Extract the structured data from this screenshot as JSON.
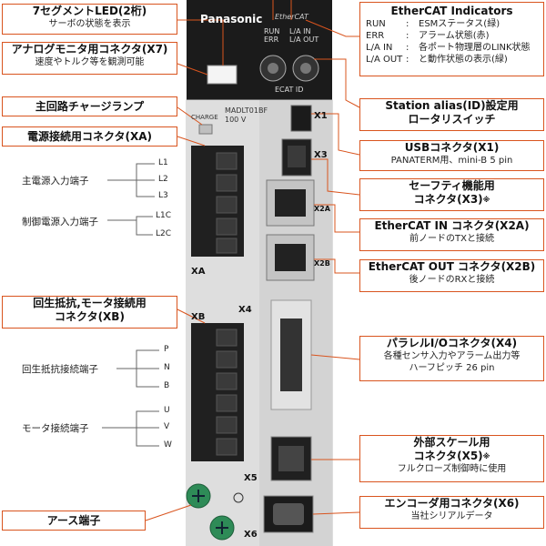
{
  "device": {
    "brand": "Panasonic",
    "ethercat_logo": "EtherCAT",
    "model": "MADLT01BF",
    "voltage": "100 V",
    "charge": "CHARGE",
    "rdy": "RUN",
    "err": "ERR",
    "la_in": "L/A IN",
    "la_out": "L/A OUT",
    "ecat_id": "ECAT ID",
    "port_labels": {
      "xa": "XA",
      "xb": "XB",
      "x1": "X1",
      "x3": "X3",
      "x2a": "X2A",
      "x2b": "X2B",
      "x4": "X4",
      "x5": "X5",
      "x6": "X6"
    }
  },
  "left_callouts": {
    "led": {
      "title": "7セグメントLED(2桁)",
      "sub": "サーボの状態を表示"
    },
    "analog": {
      "title": "アナログモニタ用コネクタ(X7)",
      "sub": "速度やトルク等を観測可能"
    },
    "charge_lamp": {
      "title": "主回路チャージランプ"
    },
    "power_conn": {
      "title": "電源接続用コネクタ(XA)"
    },
    "main_power": {
      "label": "主電源入力端子",
      "terms": [
        "L1",
        "L2",
        "L3"
      ]
    },
    "ctrl_power": {
      "label": "制御電源入力端子",
      "terms": [
        "L1C",
        "L2C"
      ]
    },
    "regen_conn": {
      "title_line1": "回生抵抗,モータ接続用",
      "title_line2": "コネクタ(XB)"
    },
    "regen_term": {
      "label": "回生抵抗接続端子",
      "terms": [
        "P",
        "N",
        "B"
      ]
    },
    "motor_term": {
      "label": "モータ接続端子",
      "terms": [
        "U",
        "V",
        "W"
      ]
    },
    "earth": {
      "title": "アース端子"
    }
  },
  "right_callouts": {
    "indicators": {
      "title": "EtherCAT Indicators",
      "rows": [
        {
          "k": "RUN",
          "v": "ESMステータス(緑)"
        },
        {
          "k": "ERR",
          "v": "アラーム状態(赤)"
        },
        {
          "k": "L/A IN",
          "v": "各ポート物理層のLINK状態"
        },
        {
          "k": "L/A OUT",
          "v": "と動作状態の表示(緑)"
        }
      ]
    },
    "station": {
      "line1": "Station alias(ID)設定用",
      "line2": "ロータリスイッチ"
    },
    "usb": {
      "title": "USBコネクタ(X1)",
      "sub": "PANATERM用、mini-B 5 pin"
    },
    "safety": {
      "line1": "セーフティ機能用",
      "line2": "コネクタ(X3)",
      "mark": "※"
    },
    "ecat_in": {
      "title": "EtherCAT IN コネクタ(X2A)",
      "sub": "前ノードのTXと接続"
    },
    "ecat_out": {
      "title": "EtherCAT OUT コネクタ(X2B)",
      "sub": "後ノードのRXと接続"
    },
    "parallel": {
      "title": "パラレルI/Oコネクタ(X4)",
      "sub1": "各種センサ入力やアラーム出力等",
      "sub2": "ハーフピッチ 26 pin"
    },
    "scale": {
      "line1": "外部スケール用",
      "line2": "コネクタ(X5)",
      "mark": "※",
      "sub": "フルクローズ制御時に使用"
    },
    "encoder": {
      "title": "エンコーダ用コネクタ(X6)",
      "sub": "当社シリアルデータ"
    }
  },
  "colors": {
    "accent": "#d9541e",
    "device_dark": "#1b1b1b",
    "device_light": "#e6e6e6",
    "terminal_green": "#2e8b57"
  }
}
